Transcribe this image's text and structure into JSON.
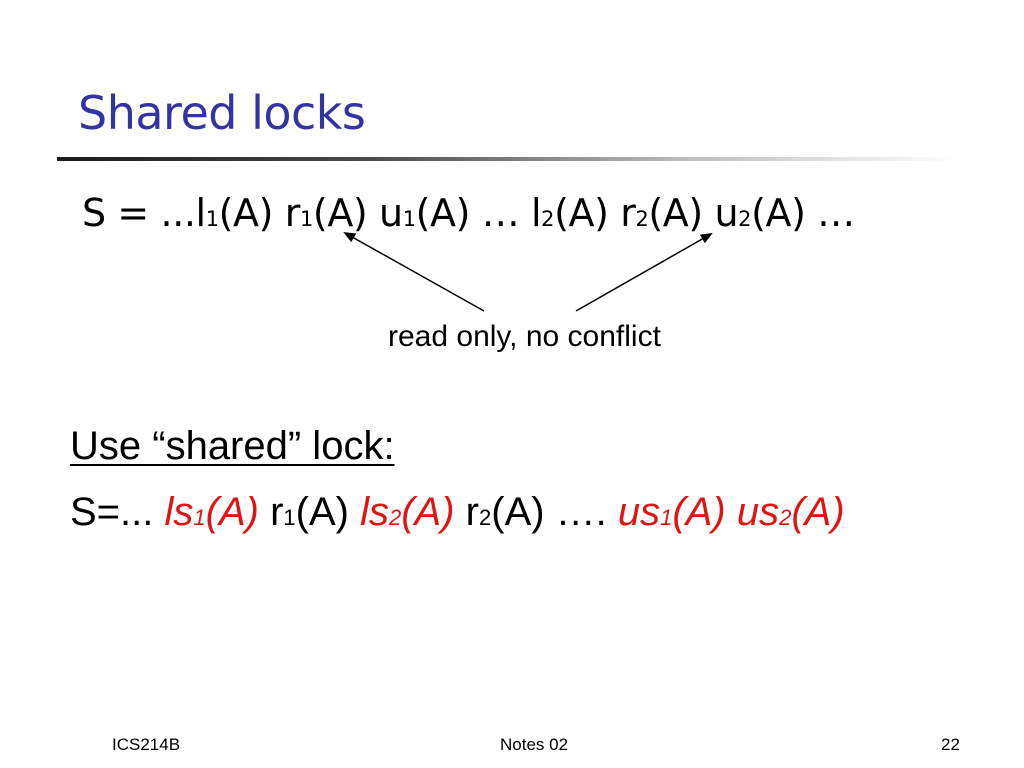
{
  "slide": {
    "title": "Shared locks",
    "schedule_1": [
      {
        "text": "S = ...l",
        "sub": false
      },
      {
        "text": "1",
        "sub": true
      },
      {
        "text": "(A) r",
        "sub": false
      },
      {
        "text": "1",
        "sub": true
      },
      {
        "text": "(A) u",
        "sub": false
      },
      {
        "text": "1",
        "sub": true
      },
      {
        "text": "(A) … l",
        "sub": false
      },
      {
        "text": "2",
        "sub": true
      },
      {
        "text": "(A) r",
        "sub": false
      },
      {
        "text": "2",
        "sub": true
      },
      {
        "text": "(A) u",
        "sub": false
      },
      {
        "text": "2",
        "sub": true
      },
      {
        "text": "(A) …",
        "sub": false
      }
    ],
    "annotation": "read only, no conflict",
    "heading": "Use “shared” lock:",
    "schedule_2": [
      {
        "text": "S=... ",
        "sub": false,
        "red": false
      },
      {
        "text": "ls",
        "sub": false,
        "red": true
      },
      {
        "text": "1",
        "sub": true,
        "red": true
      },
      {
        "text": "(A)",
        "sub": false,
        "red": true
      },
      {
        "text": " r",
        "sub": false,
        "red": false
      },
      {
        "text": "1",
        "sub": true,
        "red": false
      },
      {
        "text": "(A) ",
        "sub": false,
        "red": false
      },
      {
        "text": "ls",
        "sub": false,
        "red": true
      },
      {
        "text": "2",
        "sub": true,
        "red": true
      },
      {
        "text": "(A)",
        "sub": false,
        "red": true
      },
      {
        "text": " r",
        "sub": false,
        "red": false
      },
      {
        "text": "2",
        "sub": true,
        "red": false
      },
      {
        "text": "(A) …. ",
        "sub": false,
        "red": false
      },
      {
        "text": "us",
        "sub": false,
        "red": true
      },
      {
        "text": "1",
        "sub": true,
        "red": true
      },
      {
        "text": "(A) ",
        "sub": false,
        "red": true
      },
      {
        "text": "us",
        "sub": false,
        "red": true
      },
      {
        "text": "2",
        "sub": true,
        "red": true
      },
      {
        "text": "(A)",
        "sub": false,
        "red": true
      }
    ]
  },
  "footer": {
    "left": "ICS214B",
    "center": "Notes 02",
    "right": "22"
  },
  "colors": {
    "title": "#3333a3",
    "highlight": "#e01414",
    "text": "#000000"
  }
}
